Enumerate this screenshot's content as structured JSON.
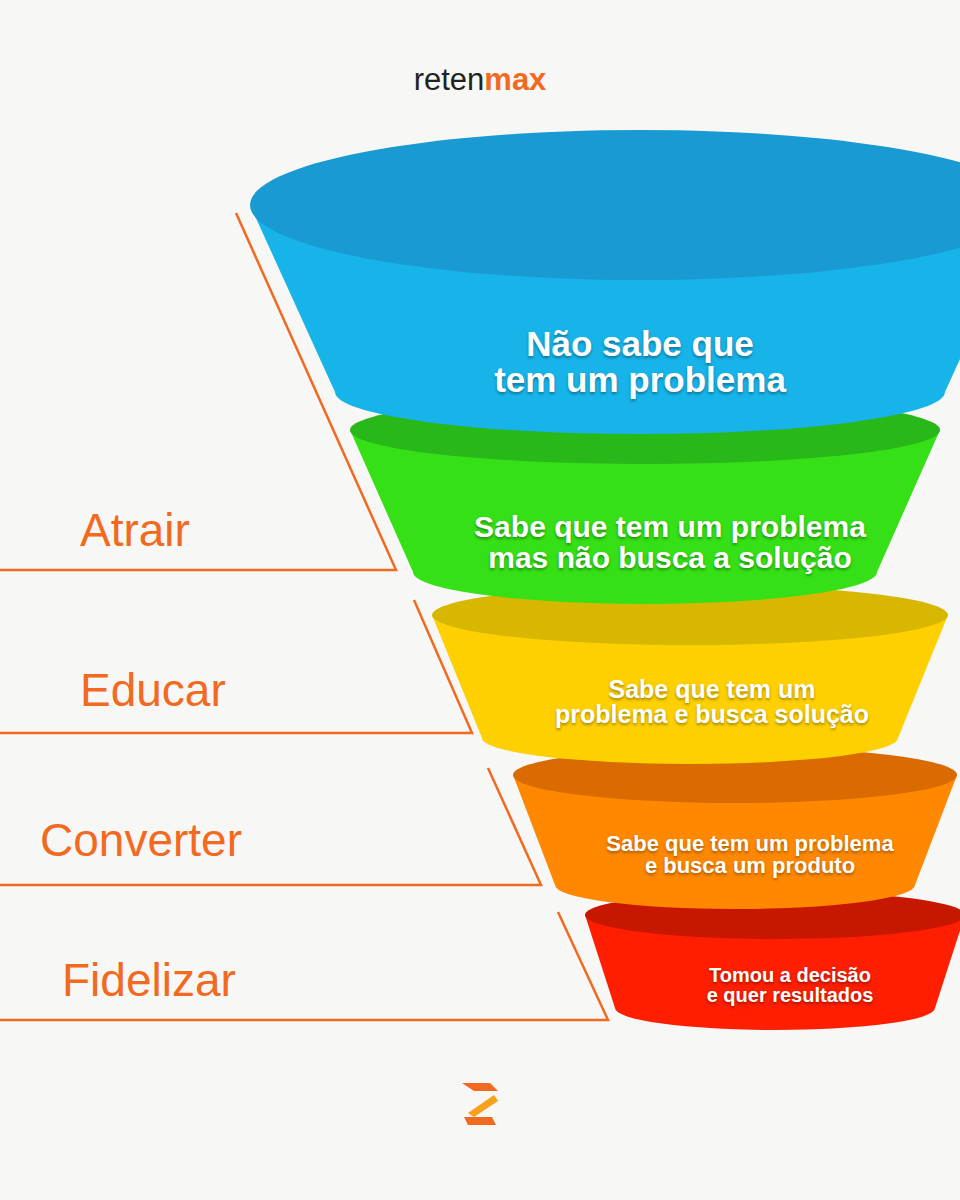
{
  "diagram": {
    "nodes": [
      {
        "text": [
          "Não sabe que tem um problema"
        ]
      },
      {
        "text": [
          "Sabe que tem um problema mas não busca a solução"
        ]
      },
      {
        "text": [
          "Sabe que tem um problema e busca solução"
        ]
      },
      {
        "text": [
          "Sabe que tem um problema e busca um produto"
        ]
      },
      {
        "text": [
          "Tomou a decisão e quer resultados"
        ]
      }
    ],
    "labels": [
      "reten",
      "max",
      "Atrair",
      "Educar",
      "Converter",
      "Fidelizar"
    ]
  }
}
